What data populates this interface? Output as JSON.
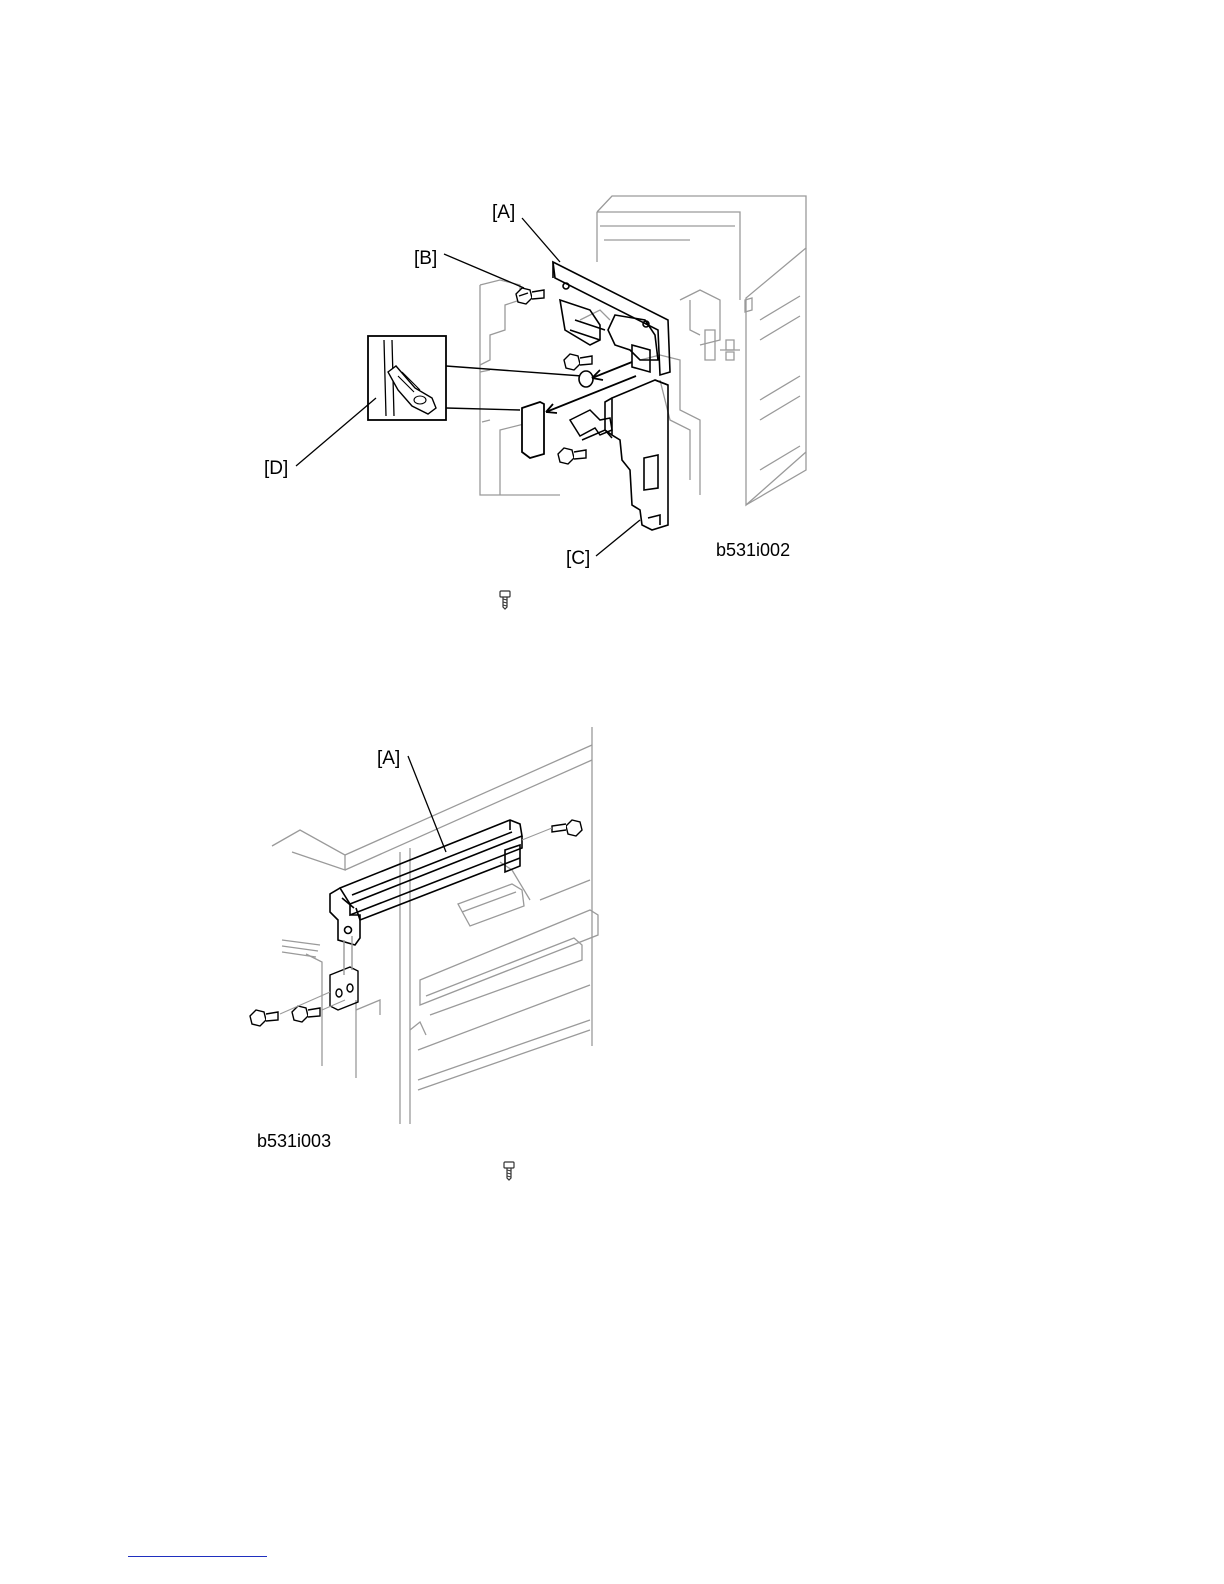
{
  "figure1": {
    "callouts": {
      "a": "[A]",
      "b": "[B]",
      "c": "[C]",
      "d": "[D]"
    },
    "figure_id": "b531i002",
    "screw_icon": "screw-icon"
  },
  "figure2": {
    "callouts": {
      "a": "[A]"
    },
    "figure_id": "b531i003",
    "screw_icon": "screw-icon"
  },
  "colors": {
    "line": "#000000",
    "light_line": "#9a9a9a",
    "footer_rule": "#1f2fbf"
  }
}
